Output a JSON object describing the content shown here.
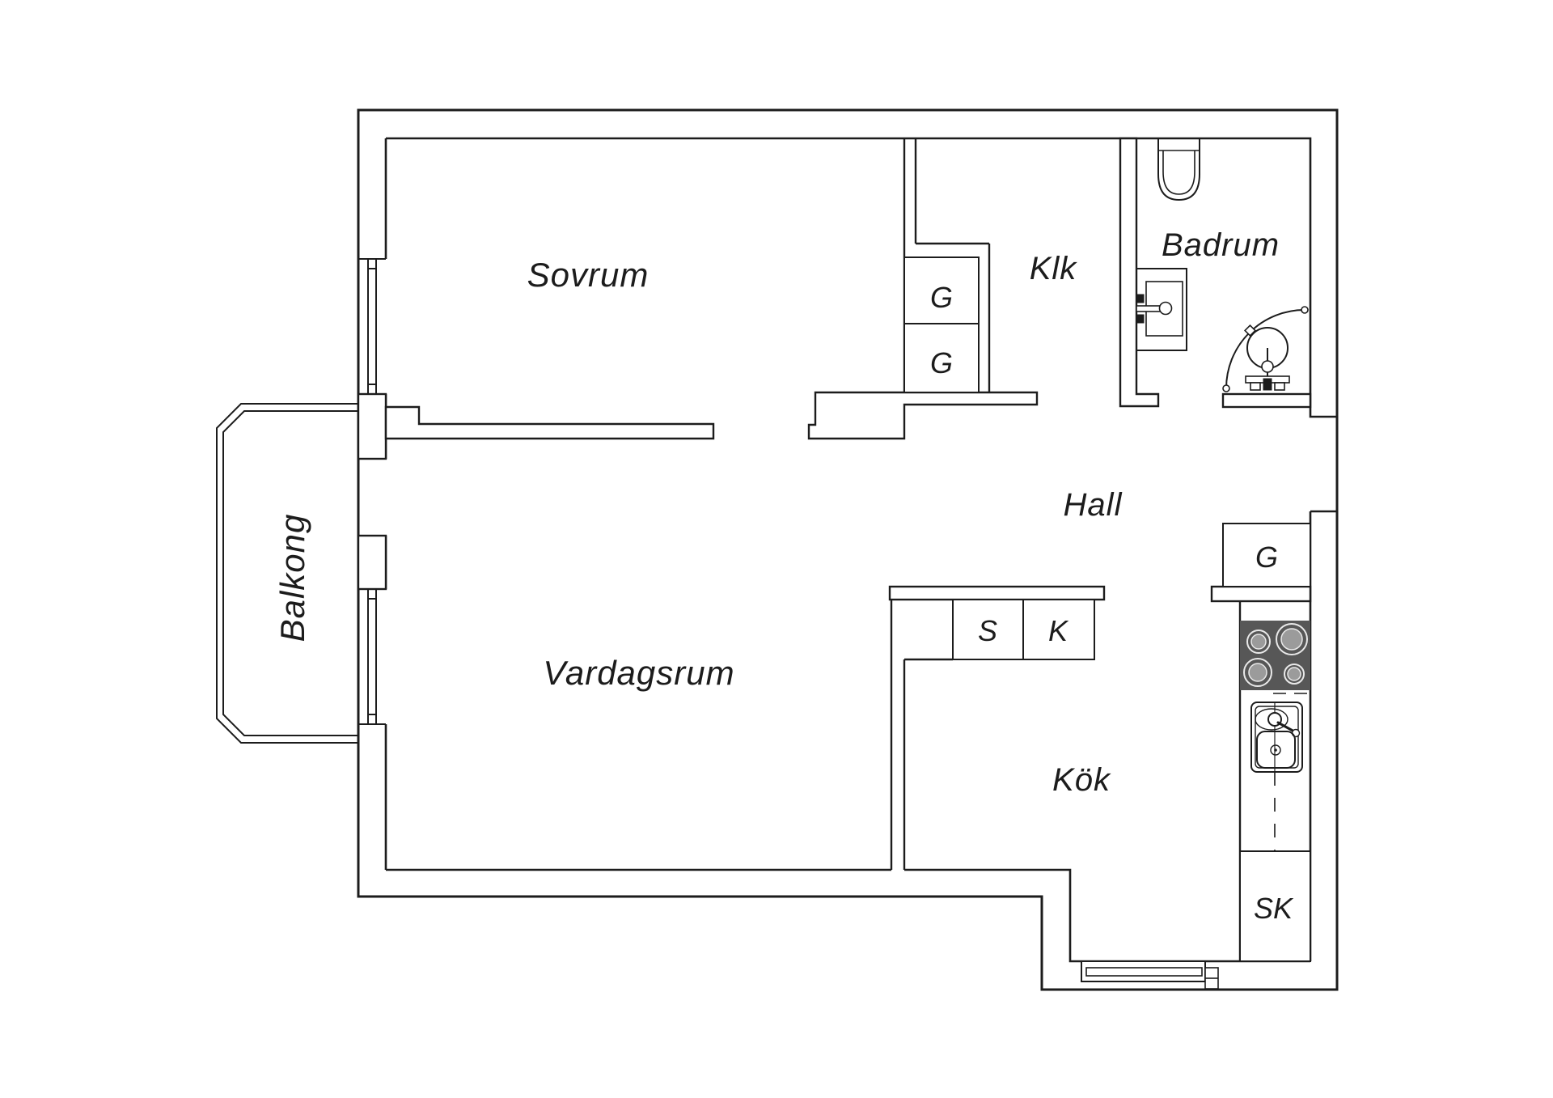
{
  "plan": {
    "rooms": {
      "sovrum": {
        "label": "Sovrum"
      },
      "klk": {
        "label": "Klk"
      },
      "badrum": {
        "label": "Badrum"
      },
      "hall": {
        "label": "Hall"
      },
      "balkong": {
        "label": "Balkong"
      },
      "vardagsrum": {
        "label": "Vardagsrum"
      },
      "kok": {
        "label": "Kök"
      }
    },
    "units": {
      "wardrobe_klk_top": "G",
      "wardrobe_klk_bottom": "G",
      "cabinet_s": "S",
      "cabinet_k": "K",
      "wardrobe_hall": "G",
      "cleaning_closet": "SK"
    },
    "colors": {
      "line": "#1c1c1c",
      "stove": "#575757",
      "burner": "#9b9b9b",
      "burner_ring": "#e9e9e9"
    }
  }
}
